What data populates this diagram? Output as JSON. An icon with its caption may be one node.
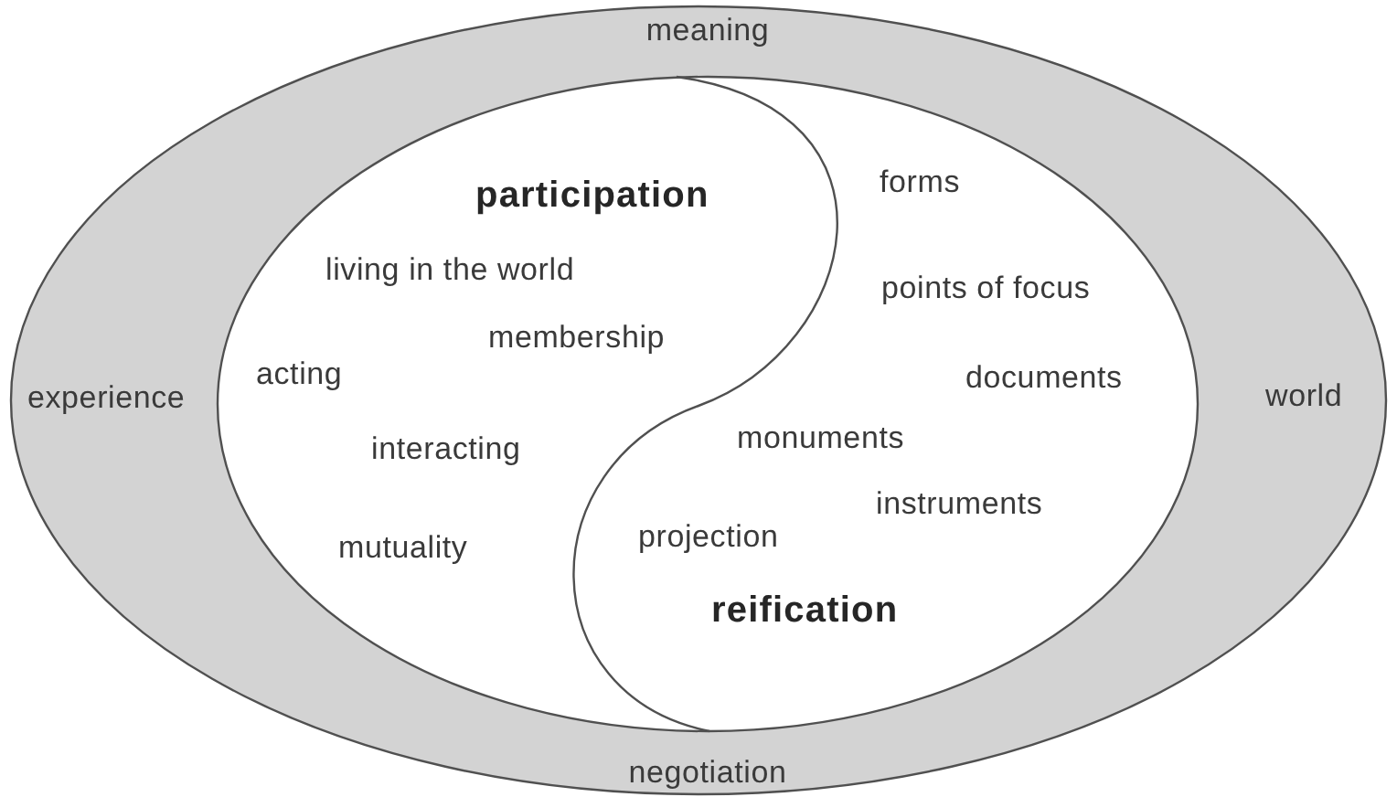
{
  "diagram": {
    "nodes": [
      {
        "text": [
          "meaning",
          "experience",
          "world",
          "negotiation"
        ]
      },
      {
        "text": [
          "participation",
          "living in the world",
          "membership",
          "acting",
          "interacting",
          "mutuality",
          "forms",
          "points of focus",
          "documents",
          "monuments",
          "instruments",
          "projection",
          "reification"
        ],
        "in": 0
      }
    ]
  }
}
